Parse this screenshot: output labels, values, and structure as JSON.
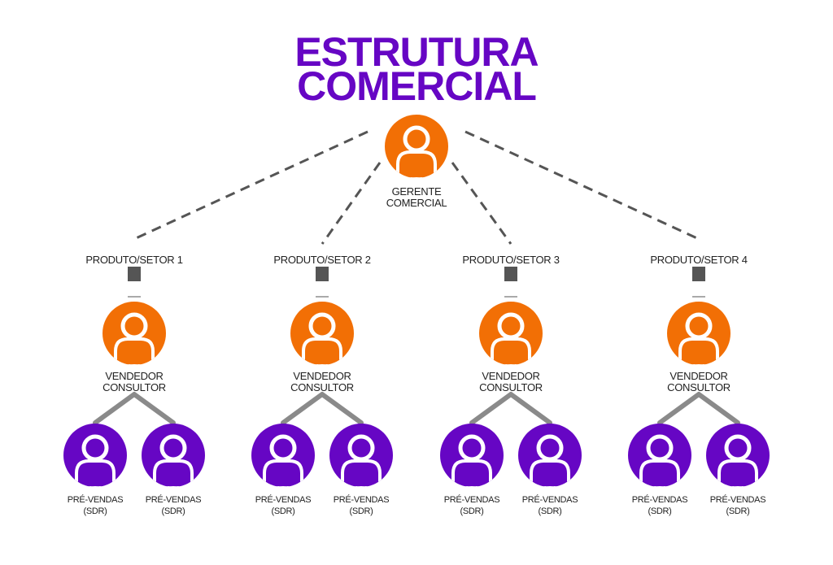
{
  "title": {
    "line1": "ESTRUTURA",
    "line2": "COMERCIAL"
  },
  "manager": {
    "line1": "GERENTE",
    "line2": "COMERCIAL"
  },
  "groups": [
    {
      "sector": "PRODUTO/SETOR 1",
      "seller": {
        "line1": "VENDEDOR",
        "line2": "CONSULTOR"
      },
      "sdrs": [
        {
          "line1": "PRÉ-VENDAS",
          "line2": "(SDR)"
        },
        {
          "line1": "PRÉ-VENDAS",
          "line2": "(SDR)"
        }
      ]
    },
    {
      "sector": "PRODUTO/SETOR 2",
      "seller": {
        "line1": "VENDEDOR",
        "line2": "CONSULTOR"
      },
      "sdrs": [
        {
          "line1": "PRÉ-VENDAS",
          "line2": "(SDR)"
        },
        {
          "line1": "PRÉ-VENDAS",
          "line2": "(SDR)"
        }
      ]
    },
    {
      "sector": "PRODUTO/SETOR 3",
      "seller": {
        "line1": "VENDEDOR",
        "line2": "CONSULTOR"
      },
      "sdrs": [
        {
          "line1": "PRÉ-VENDAS",
          "line2": "(SDR)"
        },
        {
          "line1": "PRÉ-VENDAS",
          "line2": "(SDR)"
        }
      ]
    },
    {
      "sector": "PRODUTO/SETOR 4",
      "seller": {
        "line1": "VENDEDOR",
        "line2": "CONSULTOR"
      },
      "sdrs": [
        {
          "line1": "PRÉ-VENDAS",
          "line2": "(SDR)"
        },
        {
          "line1": "PRÉ-VENDAS",
          "line2": "(SDR)"
        }
      ]
    }
  ],
  "colors": {
    "purple": "#6606c4",
    "orange": "#f26f05",
    "line": "#555555",
    "connector": "#8a8a8a"
  }
}
